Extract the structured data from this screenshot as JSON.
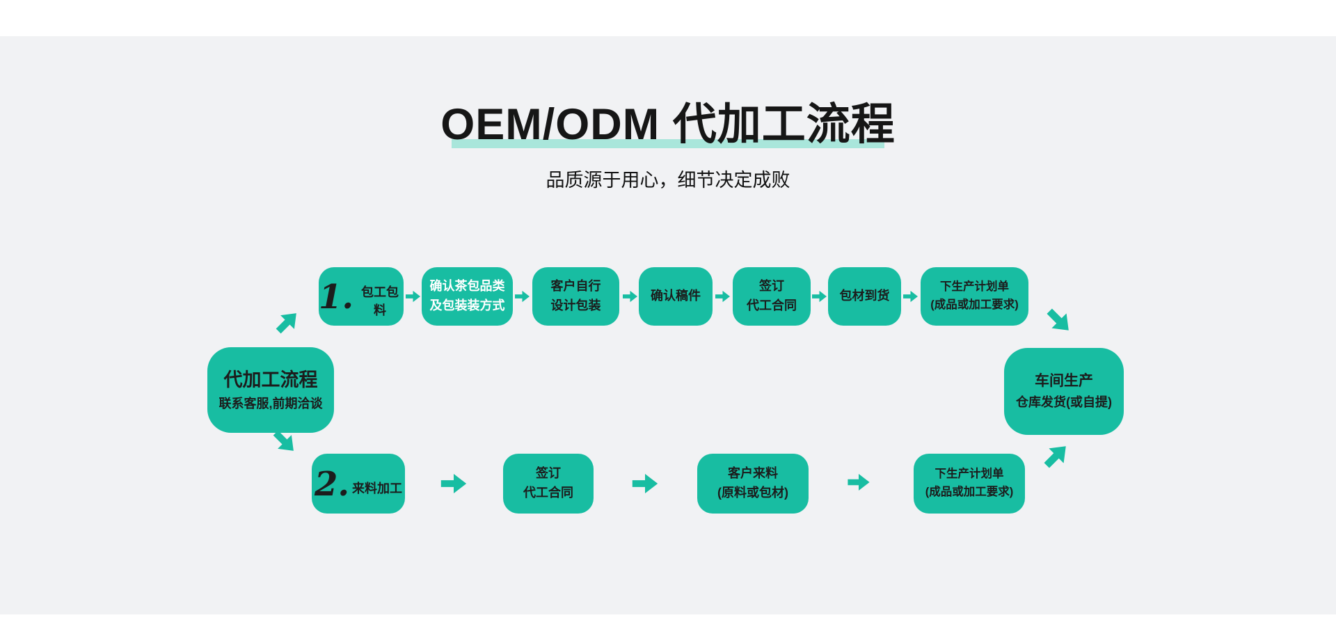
{
  "header": {
    "title": "OEM/ODM 代加工流程",
    "subtitle": "品质源于用心，细节决定成败"
  },
  "colors": {
    "box_teal": "#18bda2",
    "title_underline": "#a9e6db",
    "background": "#f1f2f4",
    "text_dark": "#1c1c1c",
    "step2_text": "#ffffff"
  },
  "hub": {
    "title": "代加工流程",
    "note": "联系客服,前期洽谈"
  },
  "flow1": {
    "number": "1.",
    "start_label": "包工包料",
    "steps": [
      {
        "line1": "确认茶包品类",
        "line2": "及包装装方式"
      },
      {
        "line1": "客户自行",
        "line2": "设计包装"
      },
      {
        "line1": "确认稿件",
        "line2": ""
      },
      {
        "line1": "签订",
        "line2": "代工合同"
      },
      {
        "line1": "包材到货",
        "line2": ""
      },
      {
        "line1": "下生产计划单",
        "line2": "(成品或加工要求)"
      }
    ]
  },
  "flow2": {
    "number": "2.",
    "start_label": "来料加工",
    "steps": [
      {
        "line1": "签订",
        "line2": "代工合同"
      },
      {
        "line1": "客户来料",
        "line2": "(原料或包材)"
      },
      {
        "line1": "下生产计划单",
        "line2": "(成品或加工要求)"
      }
    ]
  },
  "final": {
    "line1": "车间生产",
    "line2": "仓库发货(或自提)"
  }
}
